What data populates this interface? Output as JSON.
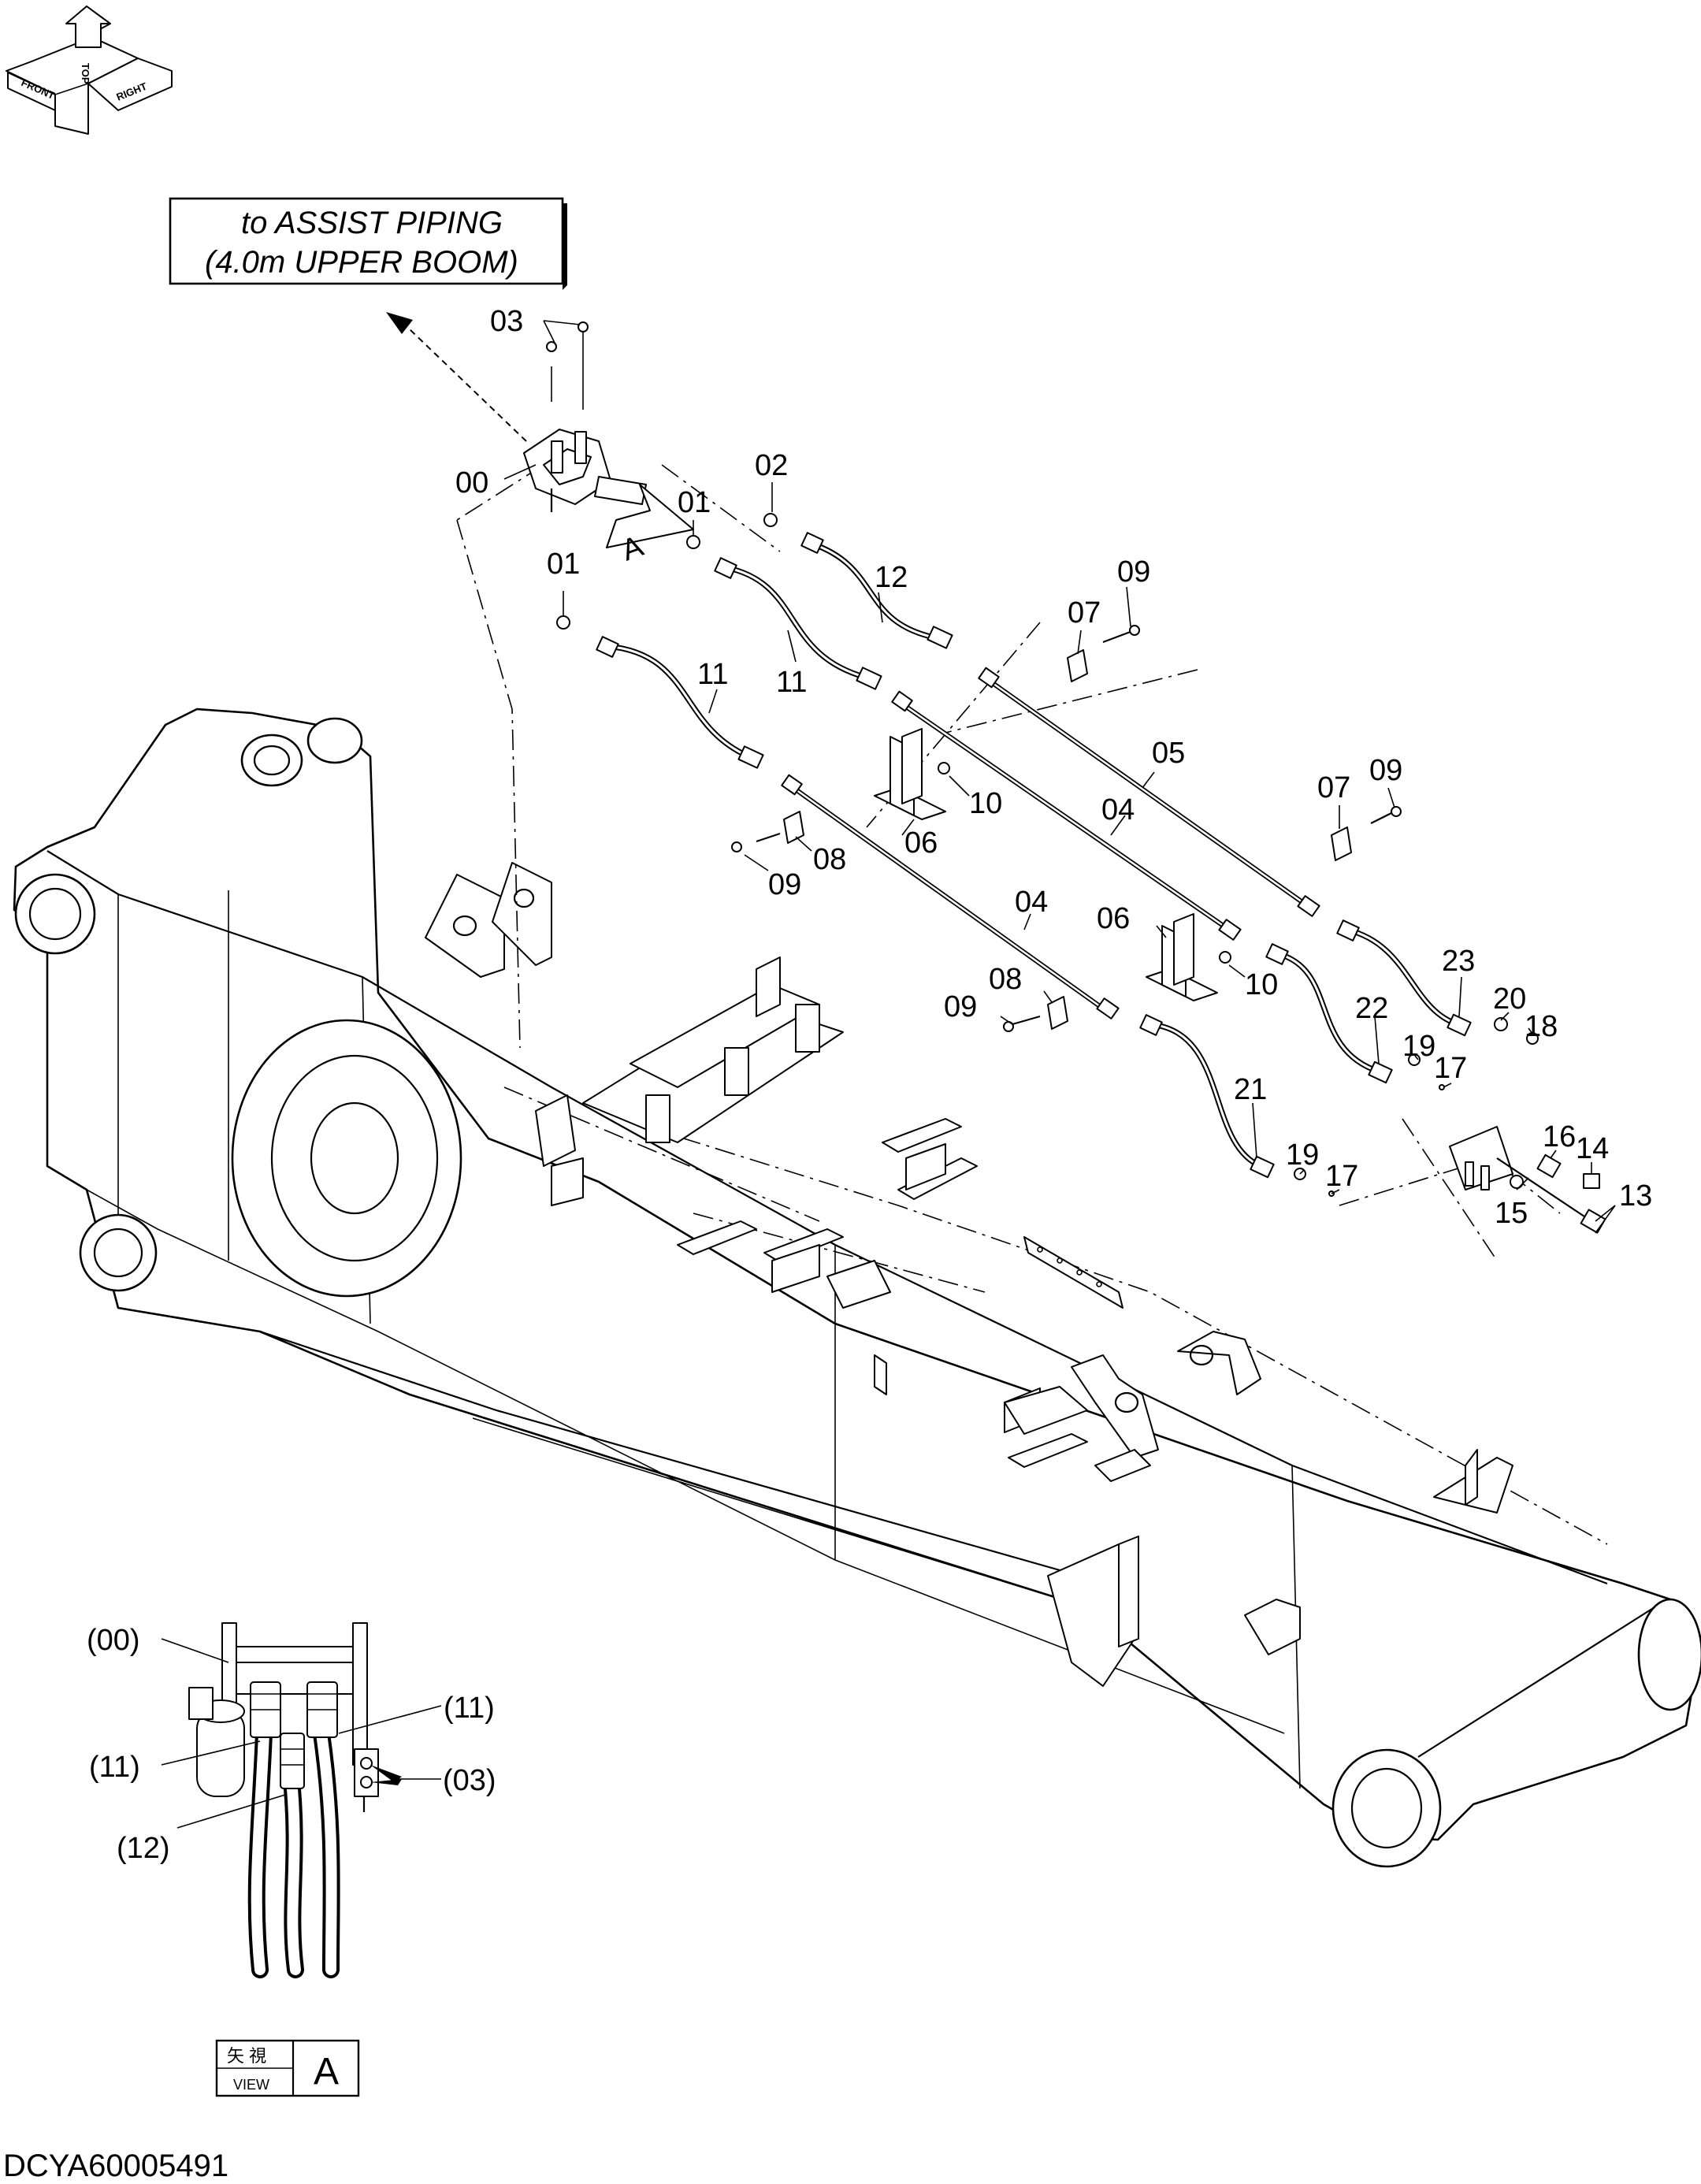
{
  "orientation": {
    "labels": [
      "FRONT",
      "TOP",
      "RIGHT"
    ]
  },
  "note": {
    "line1": "to ASSIST PIPING",
    "line2": "(4.0m UPPER BOOM)"
  },
  "callouts": [
    {
      "id": "c03a",
      "text": "03"
    },
    {
      "id": "c00",
      "text": "00"
    },
    {
      "id": "c02",
      "text": "02"
    },
    {
      "id": "c01a",
      "text": "01"
    },
    {
      "id": "c01b",
      "text": "01"
    },
    {
      "id": "c12",
      "text": "12"
    },
    {
      "id": "c11a",
      "text": "11"
    },
    {
      "id": "c11b",
      "text": "11"
    },
    {
      "id": "c09a",
      "text": "09"
    },
    {
      "id": "c07a",
      "text": "07"
    },
    {
      "id": "c05",
      "text": "05"
    },
    {
      "id": "c07b",
      "text": "07"
    },
    {
      "id": "c09b",
      "text": "09"
    },
    {
      "id": "c04a",
      "text": "04"
    },
    {
      "id": "c10a",
      "text": "10"
    },
    {
      "id": "c06a",
      "text": "06"
    },
    {
      "id": "c08a",
      "text": "08"
    },
    {
      "id": "c09c",
      "text": "09"
    },
    {
      "id": "c04b",
      "text": "04"
    },
    {
      "id": "c06b",
      "text": "06"
    },
    {
      "id": "c10b",
      "text": "10"
    },
    {
      "id": "c08b",
      "text": "08"
    },
    {
      "id": "c09d",
      "text": "09"
    },
    {
      "id": "c23",
      "text": "23"
    },
    {
      "id": "c20",
      "text": "20"
    },
    {
      "id": "c18",
      "text": "18"
    },
    {
      "id": "c22",
      "text": "22"
    },
    {
      "id": "c19a",
      "text": "19"
    },
    {
      "id": "c17a",
      "text": "17"
    },
    {
      "id": "c21",
      "text": "21"
    },
    {
      "id": "c19b",
      "text": "19"
    },
    {
      "id": "c17b",
      "text": "17"
    },
    {
      "id": "c16",
      "text": "16"
    },
    {
      "id": "c14",
      "text": "14"
    },
    {
      "id": "c15",
      "text": "15"
    },
    {
      "id": "c13",
      "text": "13"
    }
  ],
  "view_a": {
    "arrow_letter": "A",
    "callouts": [
      {
        "id": "v00",
        "text": "(00)"
      },
      {
        "id": "v11a",
        "text": "(11)"
      },
      {
        "id": "v11b",
        "text": "(11)"
      },
      {
        "id": "v03",
        "text": "(03)"
      },
      {
        "id": "v12",
        "text": "(12)"
      }
    ],
    "title_jp": "矢 視",
    "title_en": "VIEW",
    "title_letter": "A"
  },
  "drawing_code": "DCYA60005491"
}
